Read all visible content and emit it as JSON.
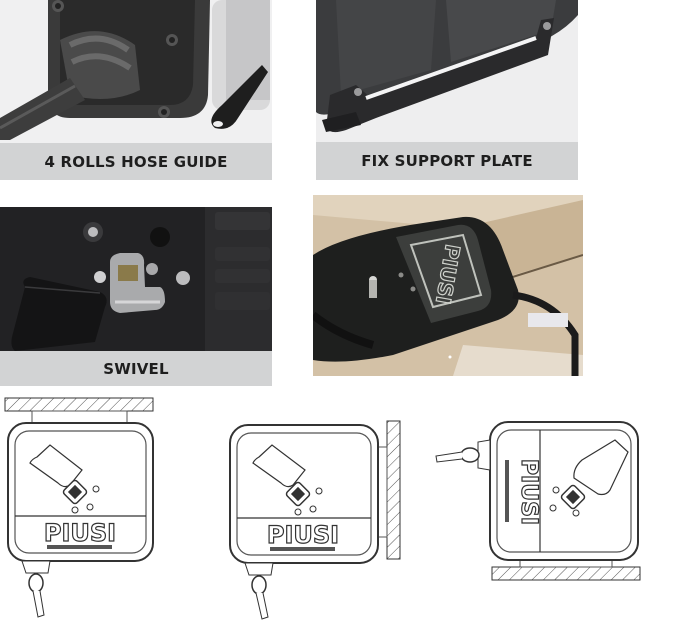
{
  "features": [
    {
      "caption": "4 ROLLS HOSE GUIDE",
      "image": "hose-guide-photo"
    },
    {
      "caption": "FIX SUPPORT PLATE",
      "image": "support-plate-photo"
    },
    {
      "caption": "SWIVEL",
      "image": "swivel-photo"
    },
    {
      "caption": "",
      "image": "ceiling-mounted-reel-photo"
    }
  ],
  "installation_diagrams": [
    {
      "mount": "ceiling",
      "brand_label": "PIUSI"
    },
    {
      "mount": "wall",
      "brand_label": "PIUSI"
    },
    {
      "mount": "floor",
      "brand_label": "PIUSI"
    }
  ],
  "colors": {
    "caption_band": "#d2d3d4",
    "caption_text": "#1e1e1e",
    "reel_body": "#2b2b2b",
    "photo_background": "#eeeeef"
  }
}
